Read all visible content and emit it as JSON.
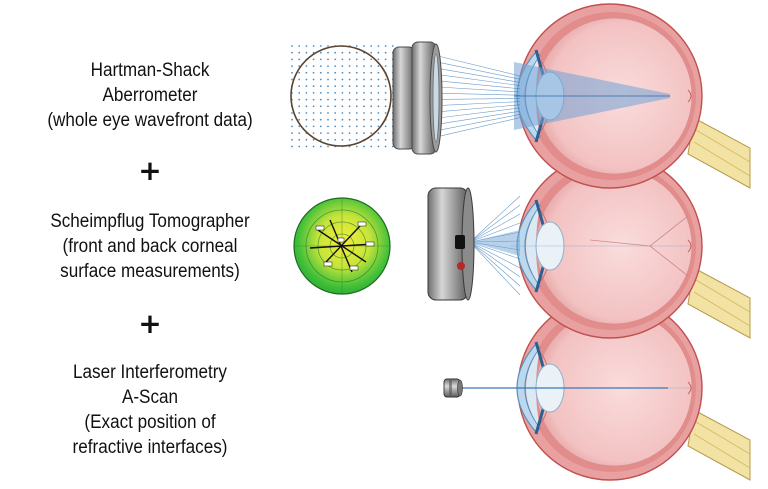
{
  "sections": [
    {
      "lines": [
        "Hartman-Shack",
        "Aberrometer",
        "(whole eye wavefront data)"
      ]
    },
    {
      "lines": [
        "Scheimpflug Tomographer",
        "(front and back corneal",
        "surface measurements)"
      ]
    },
    {
      "lines": [
        "Laser Interferometry",
        "A-Scan",
        "(Exact position of",
        "refractive interfaces)"
      ]
    }
  ],
  "separators": [
    "+",
    "+"
  ],
  "colors": {
    "sclera": "#e8a0a0",
    "sclera_edge": "#c0504f",
    "vitreous": "#f6cccc",
    "cornea": "#bcd8ec",
    "optic_nerve": "#f2e2a4",
    "beam": "#3b79b8",
    "device": "#8e8e8e",
    "map_green": "#3fbf3a",
    "map_yellow": "#f2ee3a"
  },
  "icons": [
    "lenslet-array-grid-icon",
    "aberrometer-lens-icon",
    "corneal-topography-map-icon",
    "scheimpflug-camera-icon",
    "laser-emitter-icon",
    "eye-cross-section-icon"
  ]
}
